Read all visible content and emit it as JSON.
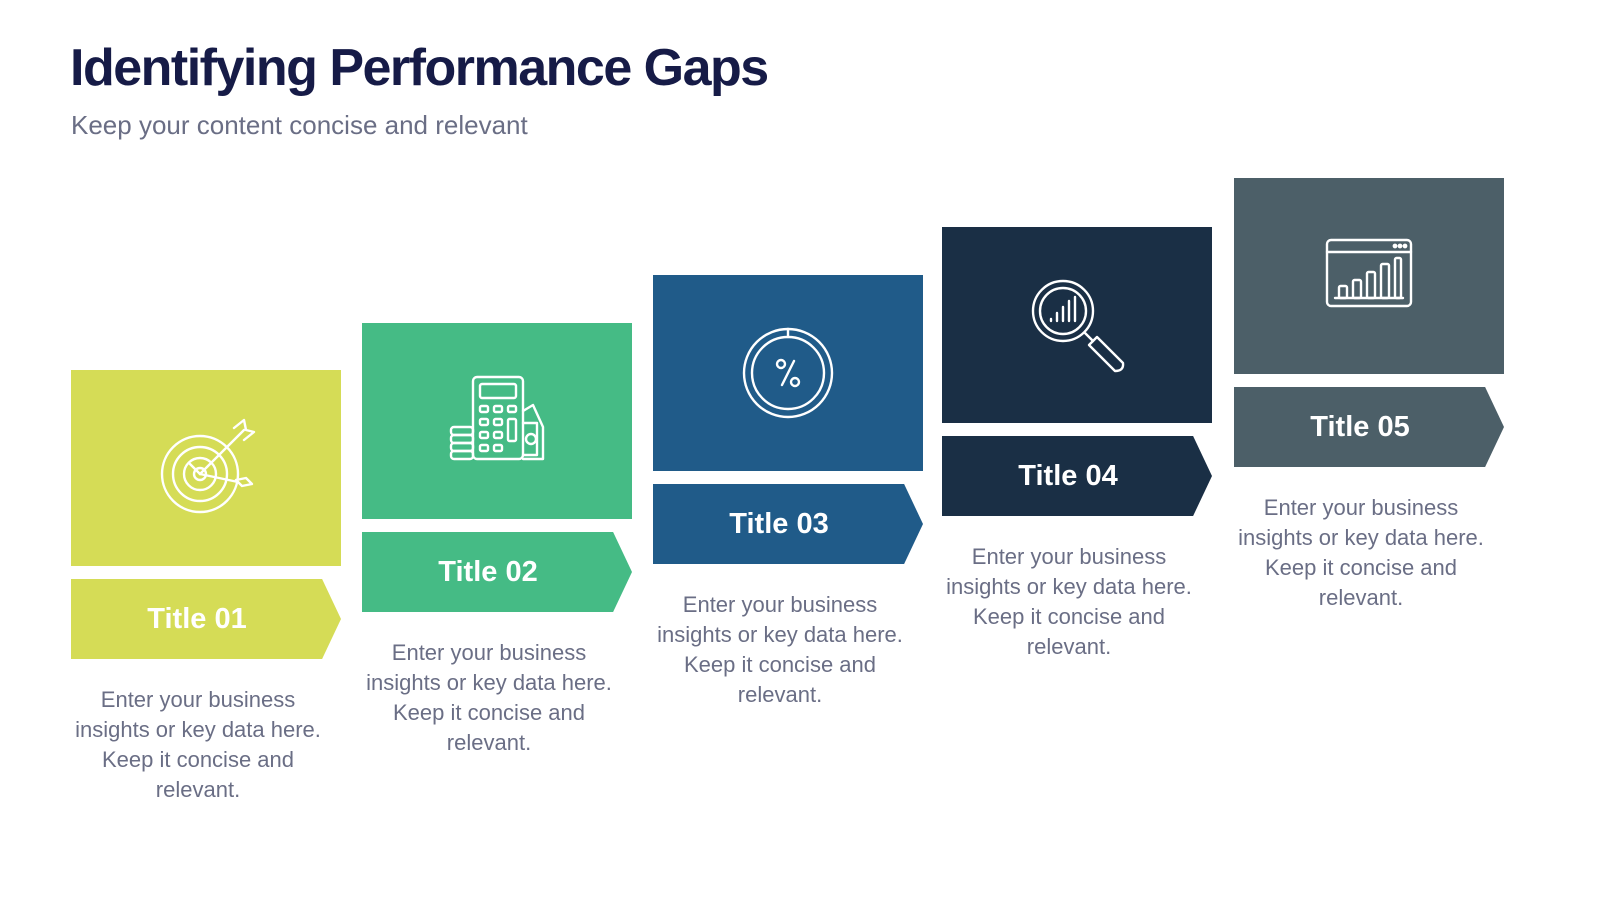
{
  "header": {
    "title": "Identifying Performance Gaps",
    "subtitle": "Keep your content concise and relevant"
  },
  "steps": [
    {
      "title": "Title 01",
      "text": "Enter your business insights or key data here. Keep it concise and relevant.",
      "color": "#d5dc56",
      "icon": "target-icon"
    },
    {
      "title": "Title 02",
      "text": "Enter your business insights or key data here. Keep it concise and relevant.",
      "color": "#45bb85",
      "icon": "calculator-money-icon"
    },
    {
      "title": "Title 03",
      "text": "Enter your business insights or key data here. Keep it concise and relevant.",
      "color": "#205b89",
      "icon": "percent-circle-icon"
    },
    {
      "title": "Title 04",
      "text": "Enter your business insights or key data here. Keep it concise and relevant.",
      "color": "#1a2f45",
      "icon": "magnifier-chart-icon"
    },
    {
      "title": "Title 05",
      "text": "Enter your business insights or key data here. Keep it concise and relevant.",
      "color": "#4c5f68",
      "icon": "dashboard-chart-icon"
    }
  ]
}
